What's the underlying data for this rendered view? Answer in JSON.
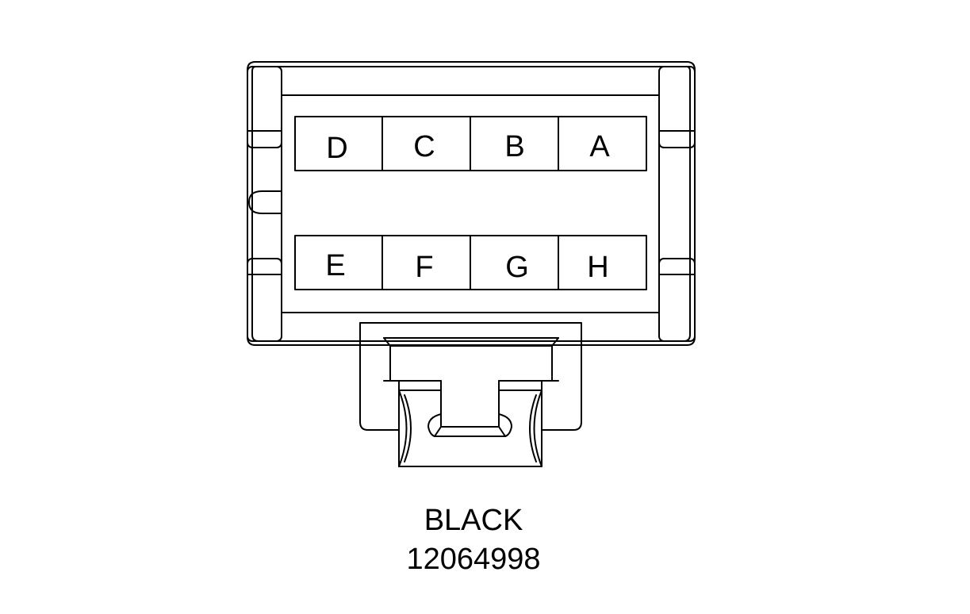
{
  "connector": {
    "color": "BLACK",
    "part_number": "12064998",
    "pins": {
      "top_row": [
        "D",
        "C",
        "B",
        "A"
      ],
      "bottom_row": [
        "E",
        "F",
        "G",
        "H"
      ]
    }
  }
}
